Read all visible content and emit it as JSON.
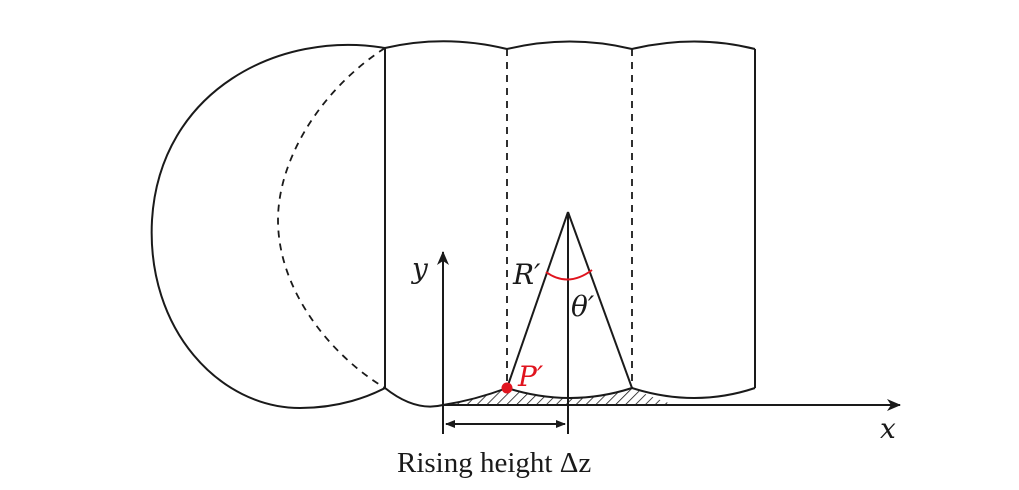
{
  "labels": {
    "axis_x": "x",
    "axis_y": "y",
    "radius": "R′",
    "angle": "θ′",
    "point": "P′",
    "caption": "Rising height Δz"
  },
  "colors": {
    "line": "#1a1a1a",
    "highlight": "#e0141e"
  }
}
